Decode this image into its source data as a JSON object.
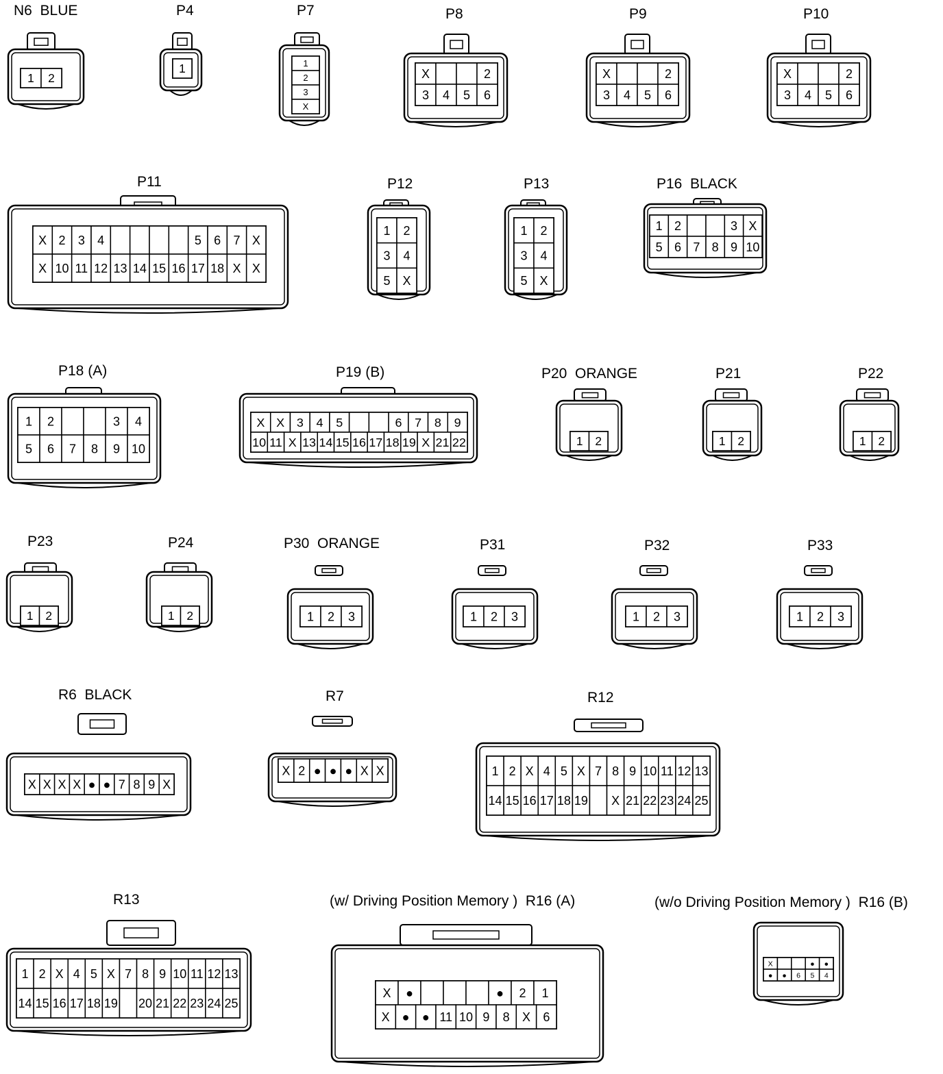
{
  "connectors": [
    {
      "id": "N6",
      "label": "N6  BLUE",
      "rows": [
        [
          "1",
          "2"
        ]
      ]
    },
    {
      "id": "P4",
      "label": "P4",
      "rows": [
        [
          "1"
        ]
      ]
    },
    {
      "id": "P7",
      "label": "P7",
      "rows": [
        [
          "1"
        ],
        [
          "2"
        ],
        [
          "3"
        ],
        [
          "X"
        ]
      ]
    },
    {
      "id": "P8",
      "label": "P8",
      "rows": [
        [
          "X",
          "",
          "",
          "2"
        ],
        [
          "3",
          "4",
          "5",
          "6"
        ]
      ]
    },
    {
      "id": "P9",
      "label": "P9",
      "rows": [
        [
          "X",
          "",
          "",
          "2"
        ],
        [
          "3",
          "4",
          "5",
          "6"
        ]
      ]
    },
    {
      "id": "P10",
      "label": "P10",
      "rows": [
        [
          "X",
          "",
          "",
          "2"
        ],
        [
          "3",
          "4",
          "5",
          "6"
        ]
      ]
    },
    {
      "id": "P11",
      "label": "P11",
      "rows": [
        [
          "X",
          "2",
          "3",
          "4",
          "",
          "",
          "",
          "",
          "5",
          "6",
          "7",
          "X"
        ],
        [
          "X",
          "10",
          "11",
          "12",
          "13",
          "14",
          "15",
          "16",
          "17",
          "18",
          "X",
          "X"
        ]
      ]
    },
    {
      "id": "P12",
      "label": "P12",
      "rows": [
        [
          "1",
          "2"
        ],
        [
          "3",
          "4"
        ],
        [
          "5",
          "X"
        ]
      ]
    },
    {
      "id": "P13",
      "label": "P13",
      "rows": [
        [
          "1",
          "2"
        ],
        [
          "3",
          "4"
        ],
        [
          "5",
          "X"
        ]
      ]
    },
    {
      "id": "P16",
      "label": "P16  BLACK",
      "rows": [
        [
          "1",
          "2",
          "",
          "",
          "3",
          "X"
        ],
        [
          "5",
          "6",
          "7",
          "8",
          "9",
          "10"
        ]
      ]
    },
    {
      "id": "P18",
      "label": "P18 (A)",
      "rows": [
        [
          "1",
          "2",
          "",
          "",
          "3",
          "4"
        ],
        [
          "5",
          "6",
          "7",
          "8",
          "9",
          "10"
        ]
      ]
    },
    {
      "id": "P19",
      "label": "P19 (B)",
      "rows": [
        [
          "X",
          "X",
          "3",
          "4",
          "5",
          "",
          "",
          "6",
          "7",
          "8",
          "9"
        ],
        [
          "10",
          "11",
          "X",
          "13",
          "14",
          "15",
          "16",
          "17",
          "18",
          "19",
          "X",
          "21",
          "22"
        ]
      ]
    },
    {
      "id": "P20",
      "label": "P20  ORANGE",
      "rows": [
        [
          "1",
          "2"
        ]
      ]
    },
    {
      "id": "P21",
      "label": "P21",
      "rows": [
        [
          "1",
          "2"
        ]
      ]
    },
    {
      "id": "P22",
      "label": "P22",
      "rows": [
        [
          "1",
          "2"
        ]
      ]
    },
    {
      "id": "P23",
      "label": "P23",
      "rows": [
        [
          "1",
          "2"
        ]
      ]
    },
    {
      "id": "P24",
      "label": "P24",
      "rows": [
        [
          "1",
          "2"
        ]
      ]
    },
    {
      "id": "P30",
      "label": "P30  ORANGE",
      "rows": [
        [
          "1",
          "2",
          "3"
        ]
      ]
    },
    {
      "id": "P31",
      "label": "P31",
      "rows": [
        [
          "1",
          "2",
          "3"
        ]
      ]
    },
    {
      "id": "P32",
      "label": "P32",
      "rows": [
        [
          "1",
          "2",
          "3"
        ]
      ]
    },
    {
      "id": "P33",
      "label": "P33",
      "rows": [
        [
          "1",
          "2",
          "3"
        ]
      ]
    },
    {
      "id": "R6",
      "label": "R6  BLACK",
      "rows": [
        [
          "X",
          "X",
          "X",
          "X",
          "●",
          "●",
          "7",
          "8",
          "9",
          "X"
        ]
      ]
    },
    {
      "id": "R7",
      "label": "R7",
      "rows": [
        [
          "X",
          "2",
          "●",
          "●",
          "●",
          "X",
          "X"
        ]
      ]
    },
    {
      "id": "R12",
      "label": "R12",
      "rows": [
        [
          "1",
          "2",
          "X",
          "4",
          "5",
          "X",
          "7",
          "8",
          "9",
          "10",
          "11",
          "12",
          "13"
        ],
        [
          "14",
          "15",
          "16",
          "17",
          "18",
          "19",
          "",
          "X",
          "21",
          "22",
          "23",
          "24",
          "25"
        ]
      ]
    },
    {
      "id": "R13",
      "label": "R13",
      "rows": [
        [
          "1",
          "2",
          "X",
          "4",
          "5",
          "X",
          "7",
          "8",
          "9",
          "10",
          "11",
          "12",
          "13"
        ],
        [
          "14",
          "15",
          "16",
          "17",
          "18",
          "19",
          "",
          "20",
          "21",
          "22",
          "23",
          "24",
          "25"
        ]
      ]
    },
    {
      "id": "R16A",
      "label": "(w/ Driving Position Memory )  R16 (A)",
      "rows": [
        [
          "X",
          "●",
          "",
          "",
          "",
          "●",
          "2",
          "1"
        ],
        [
          "X",
          "●",
          "●",
          "11",
          "10",
          "9",
          "8",
          "X",
          "6"
        ]
      ]
    },
    {
      "id": "R16B",
      "label": "(w/o Driving Position Memory )  R16 (B)",
      "rows": [
        [
          "X",
          "",
          "",
          "●",
          "●"
        ],
        [
          "●",
          "●",
          "6",
          "5",
          "4"
        ]
      ]
    }
  ]
}
